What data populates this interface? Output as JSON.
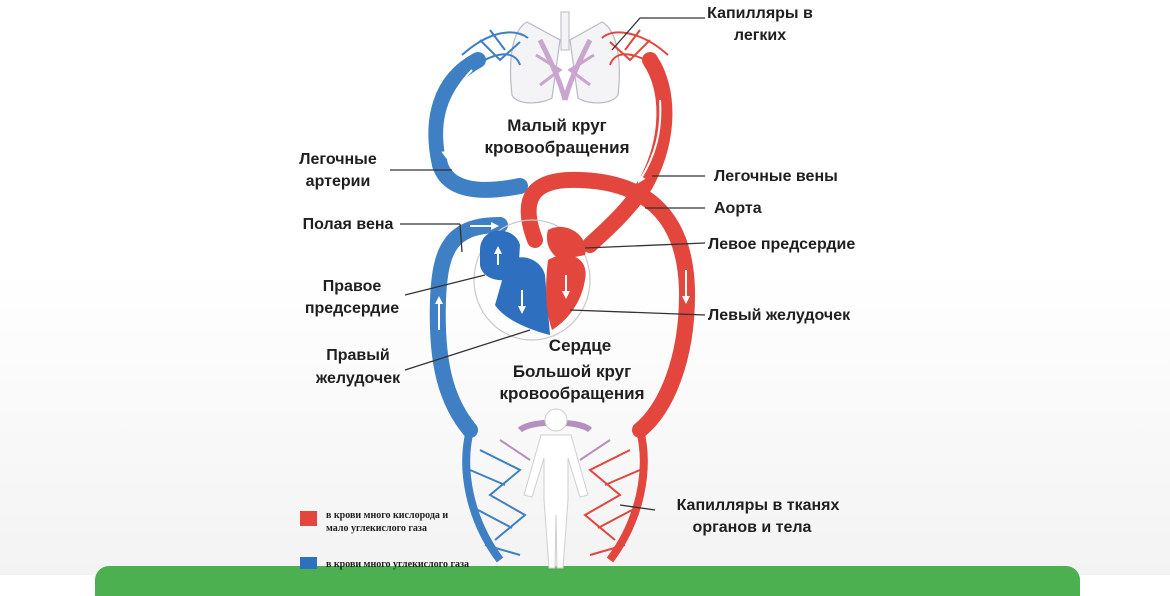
{
  "labels": {
    "lung_capillaries_1": "Капилляры в",
    "lung_capillaries_2": "легких",
    "pulmonary_circle_1": "Малый круг",
    "pulmonary_circle_2": "кровообращения",
    "pulmonary_arteries_1": "Легочные",
    "pulmonary_arteries_2": "артерии",
    "pulmonary_veins": "Легочные вены",
    "aorta": "Аорта",
    "vena_cava": "Полая вена",
    "left_atrium": "Левое предсердие",
    "right_atrium_1": "Правое",
    "right_atrium_2": "предсердие",
    "left_ventricle": "Левый желудочек",
    "right_ventricle_1": "Правый",
    "right_ventricle_2": "желудочек",
    "heart": "Сердце",
    "systemic_circle_1": "Большой круг",
    "systemic_circle_2": "кровообращения",
    "tissue_capillaries_1": "Капилляры в тканях",
    "tissue_capillaries_2": "органов и тела"
  },
  "legend": {
    "oxygen_rich_1": "в крови много кислорода и",
    "oxygen_rich_2": "мало углекислого газа",
    "co2_rich": "в крови много углекислого газа"
  },
  "colors": {
    "arterial": "#e2463d",
    "venous": "#3f7fc4",
    "mixed": "#b58fc0"
  }
}
